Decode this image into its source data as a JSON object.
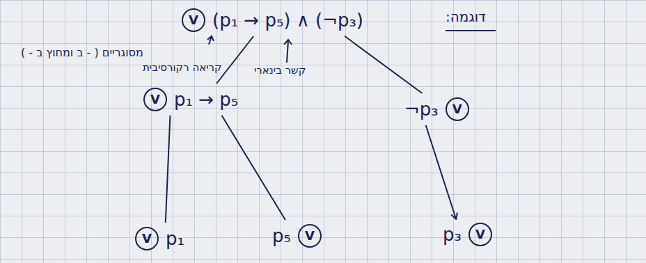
{
  "diagram": {
    "nodes": [
      {
        "text": [
          "V",
          "(p₁ → p₅) ∧ (¬p₃)"
        ]
      },
      {
        "text": [
          "V",
          "p₁ → p₅"
        ]
      },
      {
        "text": [
          "¬p₃",
          "V"
        ]
      },
      {
        "text": [
          "V",
          "p₁"
        ]
      },
      {
        "text": [
          "p₅",
          "V"
        ]
      },
      {
        "text": [
          "p₃",
          "V"
        ]
      }
    ],
    "edges": [
      {
        "from": 0,
        "to": 1,
        "arrow": "none"
      },
      {
        "from": 0,
        "to": 2,
        "arrow": "none"
      },
      {
        "from": 1,
        "to": 3,
        "arrow": "none"
      },
      {
        "from": 1,
        "to": 4,
        "arrow": "none"
      },
      {
        "from": 2,
        "to": 5,
        "arrow": "to"
      }
    ],
    "labels": [
      "דוגמה:",
      "מסוגריים ( - ב ומחוץ ב - )",
      "קריאה רקורסיבית",
      "קשר בינארי"
    ]
  }
}
